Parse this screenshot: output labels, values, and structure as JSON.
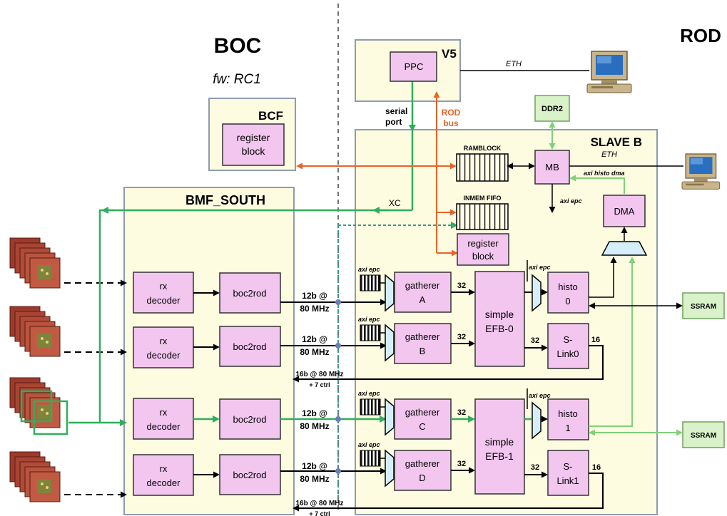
{
  "headings": {
    "boc": "BOC",
    "fw": "fw: RC1",
    "rod": "ROD"
  },
  "regions": {
    "bcf": "BCF",
    "bmf_south": "BMF_SOUTH",
    "v5": "V5",
    "slave_b": "SLAVE B"
  },
  "blocks": {
    "ppc": "PPC",
    "bcf_register_l1": "register",
    "bcf_register_l2": "block",
    "ddr2": "DDR2",
    "ramblock": "RAMBLOCK",
    "inmem_fifo": "INMEM FIFO",
    "mb": "MB",
    "dma": "DMA",
    "reg_l1": "register",
    "reg_l2": "block",
    "rx_l1": "rx",
    "rx_l2": "decoder",
    "boc2rod": "boc2rod",
    "gatherer": "gatherer",
    "gA": "A",
    "gB": "B",
    "gC": "C",
    "gD": "D",
    "simple": "simple",
    "efb0": "EFB-0",
    "efb1": "EFB-1",
    "histo": "histo",
    "h0": "0",
    "h1": "1",
    "slink_l1": "S-",
    "slink0": "Link0",
    "slink1": "Link1",
    "ssram": "SSRAM"
  },
  "labels": {
    "eth": "ETH",
    "serial_port_l1": "serial",
    "serial_port_l2": "port",
    "rod_bus_l1": "ROD",
    "rod_bus_l2": "bus",
    "xc": "XC",
    "axi_epc": "axi epc",
    "axi_histo_dma": "axi histo dma",
    "rate_l1": "12b @",
    "rate_l2": "80 MHz",
    "slink_rate_l1": "16b @ 80 MHz",
    "slink_rate_l2": "+ 7 ctrl",
    "bus32": "32",
    "bus16": "16"
  },
  "colors": {
    "panel": "#fdfbe0",
    "pink": "#f2c6ef",
    "ddr": "#d9f2c9",
    "green": "#2eaf5b",
    "lightgreen": "#7fd17a",
    "orange": "#e8622a",
    "dma_mux": "#d6eefa",
    "dashed_teal": "#3a9a8f"
  },
  "icons": {
    "computer": "computer-icon",
    "module_stack": "detector-module-stack-icon"
  }
}
